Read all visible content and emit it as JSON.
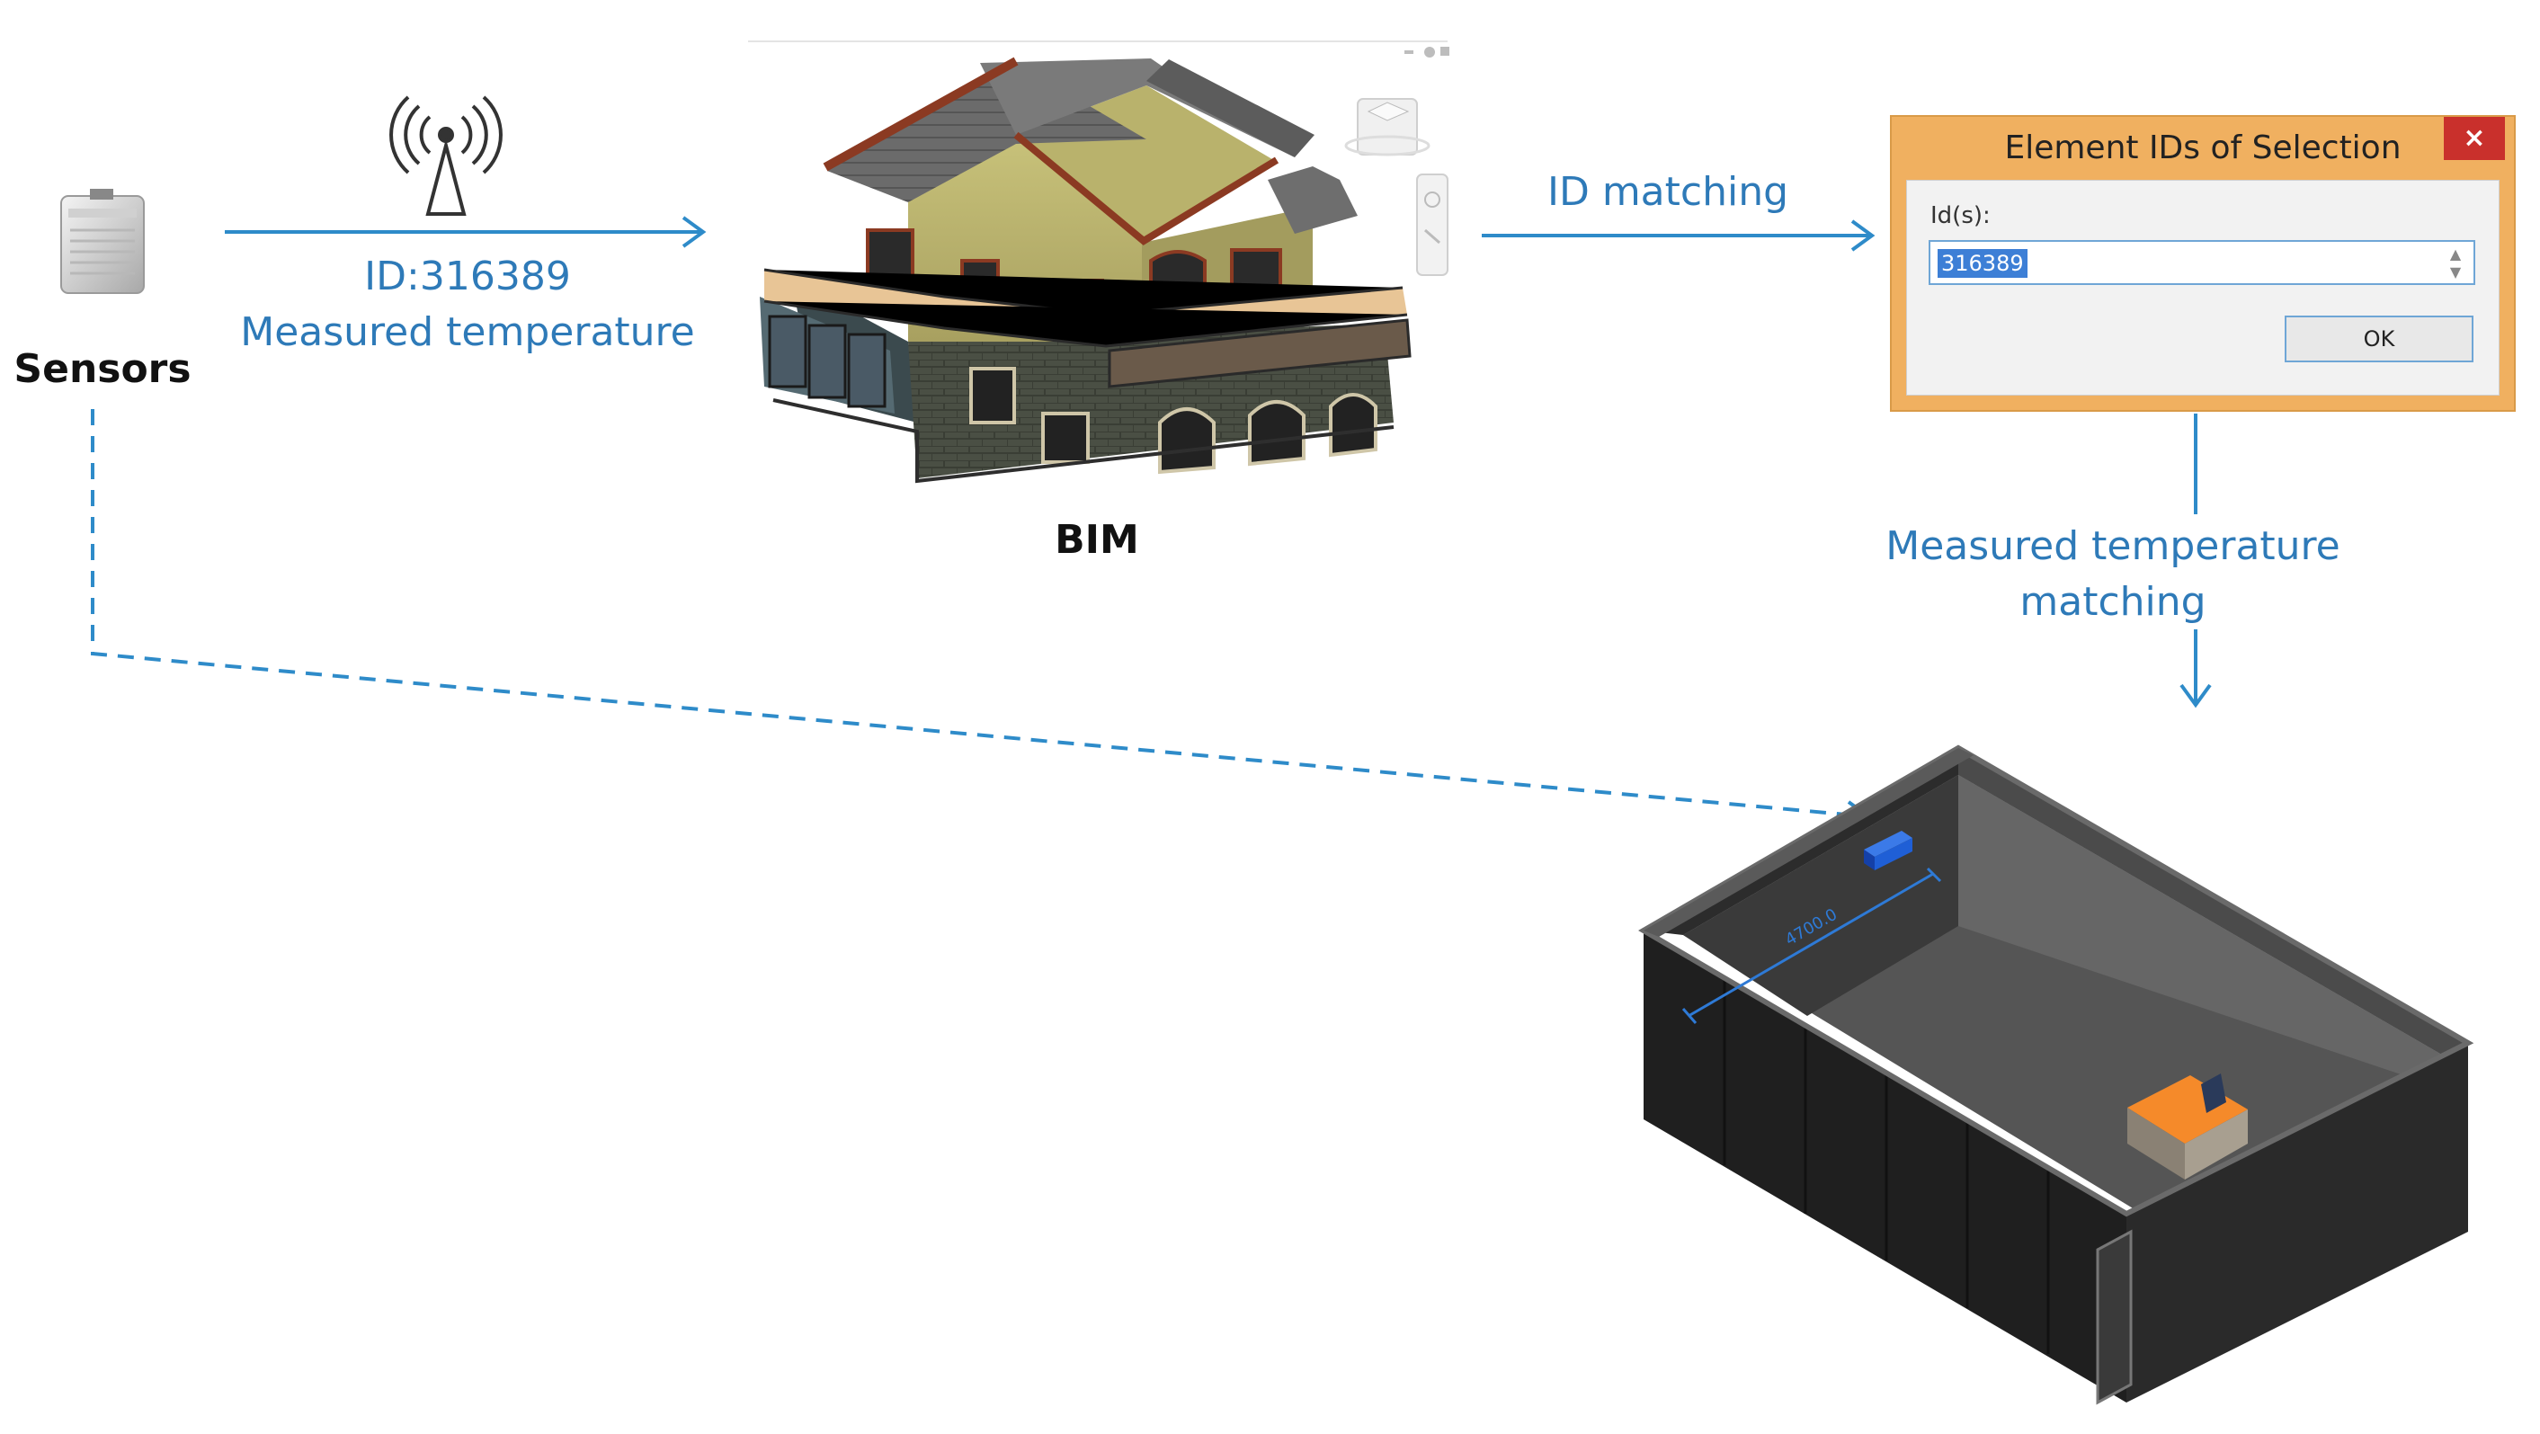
{
  "labels": {
    "sensors": "Sensors",
    "bim": "BIM",
    "id_line": "ID:316389",
    "measured_temperature": "Measured temperature",
    "id_matching": "ID matching",
    "mt_matching_line1": "Measured temperature",
    "mt_matching_line2": "matching"
  },
  "dialog": {
    "title": "Element IDs of Selection",
    "close": "×",
    "id_label": "Id(s):",
    "id_value": "316389",
    "ok": "OK"
  },
  "room_dimension": "4700.0",
  "colors": {
    "arrow": "#2e8bc9",
    "label": "#2e7ab8",
    "sensor_blue": "#1f5fd6",
    "desk_orange": "#f58a2a",
    "room_dark": "#3a3a3a"
  }
}
